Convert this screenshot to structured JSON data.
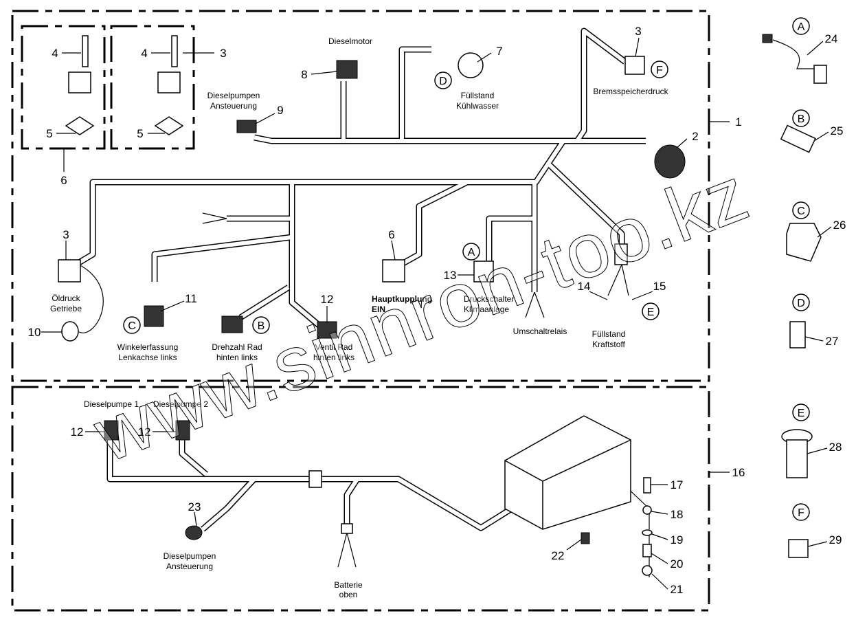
{
  "diagram": {
    "labels": {
      "dieselmotor": "Dieselmotor",
      "dieselpumpen_ansteuerung_top": [
        "Dieselpumpen",
        "Ansteuerung"
      ],
      "fuellstand_kuehlwasser": [
        "Füllstand",
        "Kühlwasser"
      ],
      "bremsspeicherdruck": "Bremsspeicherdruck",
      "oeldruck_getriebe": [
        "Öldruck",
        "Getriebe"
      ],
      "winkelerfassung": [
        "Winkelerfassung",
        "Lenkachse links"
      ],
      "drehzahl_rad": [
        "Drehzahl Rad",
        "hinten links"
      ],
      "ventil_rad": [
        "Ventil Rad",
        "hinten links"
      ],
      "hauptkupplung": [
        "Hauptkupplung",
        "EIN"
      ],
      "druckschalter": [
        "Druckschalter",
        "Klimaanlage"
      ],
      "umschaltrelais": "Umschaltrelais",
      "fuellstand_kraftstoff": [
        "Füllstand",
        "Kraftstoff"
      ],
      "dieselpumpe_1": "Dieselpumpe 1",
      "dieselpumpe_2": "Dieselpumpe 2",
      "dieselpumpen_ansteuerung_bottom": [
        "Dieselpumpen",
        "Ansteuerung"
      ],
      "batterie_oben": [
        "Batterie",
        "oben"
      ]
    },
    "part_numbers": {
      "p1": "1",
      "p2": "2",
      "p3": "3",
      "p4": "4",
      "p5": "5",
      "p6": "6",
      "p7": "7",
      "p8": "8",
      "p9": "9",
      "p10": "10",
      "p11": "11",
      "p12": "12",
      "p13": "13",
      "p14": "14",
      "p15": "15",
      "p16": "16",
      "p17": "17",
      "p18": "18",
      "p19": "19",
      "p20": "20",
      "p21": "21",
      "p22": "22",
      "p23": "23",
      "p24": "24",
      "p25": "25",
      "p26": "26",
      "p27": "27",
      "p28": "28",
      "p29": "29"
    },
    "variant_letters": {
      "A": "A",
      "B": "B",
      "C": "C",
      "D": "D",
      "E": "E",
      "F": "F"
    },
    "watermark": "www.sinnron-too.kz"
  }
}
